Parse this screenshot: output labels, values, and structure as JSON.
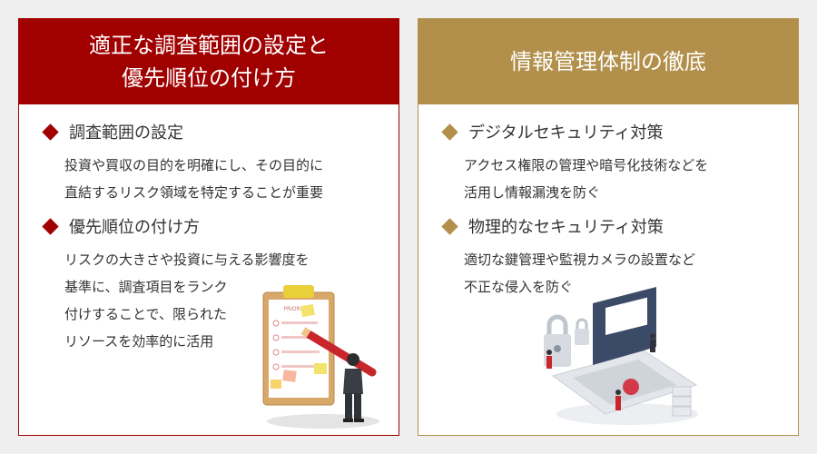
{
  "left": {
    "header_lines": [
      "適正な調査範囲の設定と",
      "優先順位の付け方"
    ],
    "items": [
      {
        "title": "調査範囲の設定",
        "lines": [
          "投資や買収の目的を明確にし、その目的に",
          "直結するリスク領域を特定することが重要"
        ]
      },
      {
        "title": "優先順位の付け方",
        "lines": [
          "リスクの大きさや投資に与える影響度を",
          "基準に、調査項目をランク",
          "付けすることで、限られた",
          "リソースを効率的に活用"
        ]
      }
    ],
    "clipboard_label": "PRIORITIES",
    "accent": "#a00000"
  },
  "right": {
    "header_lines": [
      "情報管理体制の徹底"
    ],
    "items": [
      {
        "title": "デジタルセキュリティ対策",
        "lines": [
          "アクセス権限の管理や暗号化技術などを",
          "活用し情報漏洩を防ぐ"
        ]
      },
      {
        "title": "物理的なセキュリティ対策",
        "lines": [
          "適切な鍵管理や監視カメラの設置など",
          "不正な侵入を防ぐ"
        ]
      }
    ],
    "accent": "#b2904b"
  }
}
